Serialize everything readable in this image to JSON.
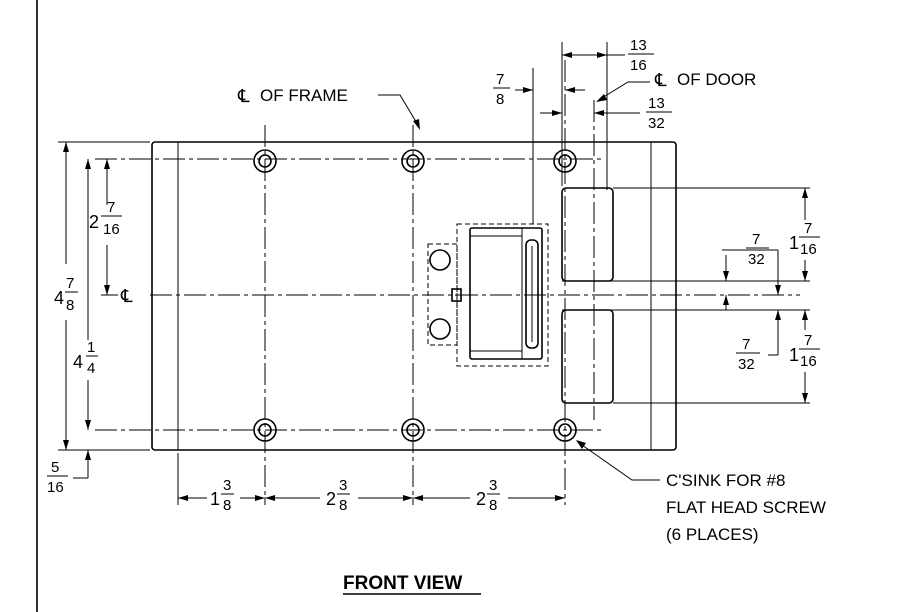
{
  "labels": {
    "cl_frame": "OF FRAME",
    "cl_door": "OF DOOR",
    "centerline_symbol": "℄",
    "title": "FRONT VIEW",
    "note_line1": "C'SINK FOR #8",
    "note_line2": "FLAT HEAD SCREW",
    "note_line3": "(6 PLACES)"
  },
  "dims": {
    "d13_16": {
      "num": "13",
      "den": "16"
    },
    "d7_8": {
      "num": "7",
      "den": "8"
    },
    "d13_32": {
      "num": "13",
      "den": "32"
    },
    "d4_7_8": {
      "whole": "4",
      "num": "7",
      "den": "8"
    },
    "d2_7_16": {
      "whole": "2",
      "num": "7",
      "den": "16"
    },
    "d4_1_4": {
      "whole": "4",
      "num": "1",
      "den": "4"
    },
    "d5_16": {
      "num": "5",
      "den": "16"
    },
    "d1_7_16_top": {
      "whole": "1",
      "num": "7",
      "den": "16"
    },
    "d7_32_top": {
      "num": "7",
      "den": "32"
    },
    "d7_32_bot": {
      "num": "7",
      "den": "32"
    },
    "d1_7_16_bot": {
      "whole": "1",
      "num": "7",
      "den": "16"
    },
    "d1_3_8": {
      "whole": "1",
      "num": "3",
      "den": "8"
    },
    "d2_3_8_a": {
      "whole": "2",
      "num": "3",
      "den": "8"
    },
    "d2_3_8_b": {
      "whole": "2",
      "num": "3",
      "den": "8"
    }
  }
}
